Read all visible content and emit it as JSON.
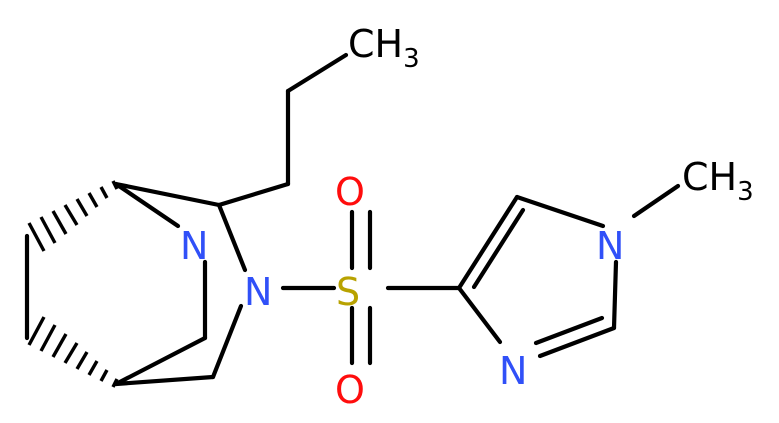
{
  "atoms": {
    "n_bridge": "N",
    "n_sulfonamide": "N",
    "s": "S",
    "o_top": "O",
    "o_bottom": "O",
    "n_methyl": "N",
    "n_ring": "N",
    "ch3_propyl": "CH",
    "ch3_propyl_sub": "3",
    "ch3_methyl": "CH",
    "ch3_methyl_sub": "3"
  },
  "colors": {
    "nitrogen": "#3050F8",
    "sulfur": "#B8A200",
    "oxygen": "#FF0D0D",
    "carbon": "#000000"
  }
}
